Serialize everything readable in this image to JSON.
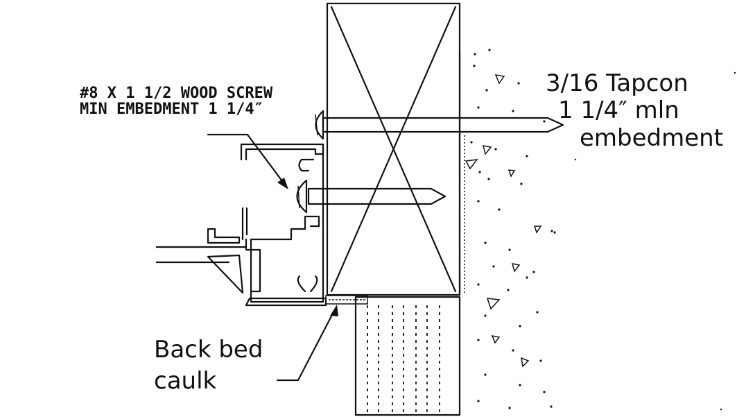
{
  "labels": {
    "screw_line1": "#8 X 1 1/2 WOOD SCREW",
    "screw_line2": "MIN EMBEDMENT 1 1/4″",
    "tapcon_line1": "3/16 Tapcon",
    "tapcon_line2": "1 1/4″ mln",
    "tapcon_line3": "embedment",
    "caulk_line1": "Back bed",
    "caulk_line2": "caulk"
  }
}
